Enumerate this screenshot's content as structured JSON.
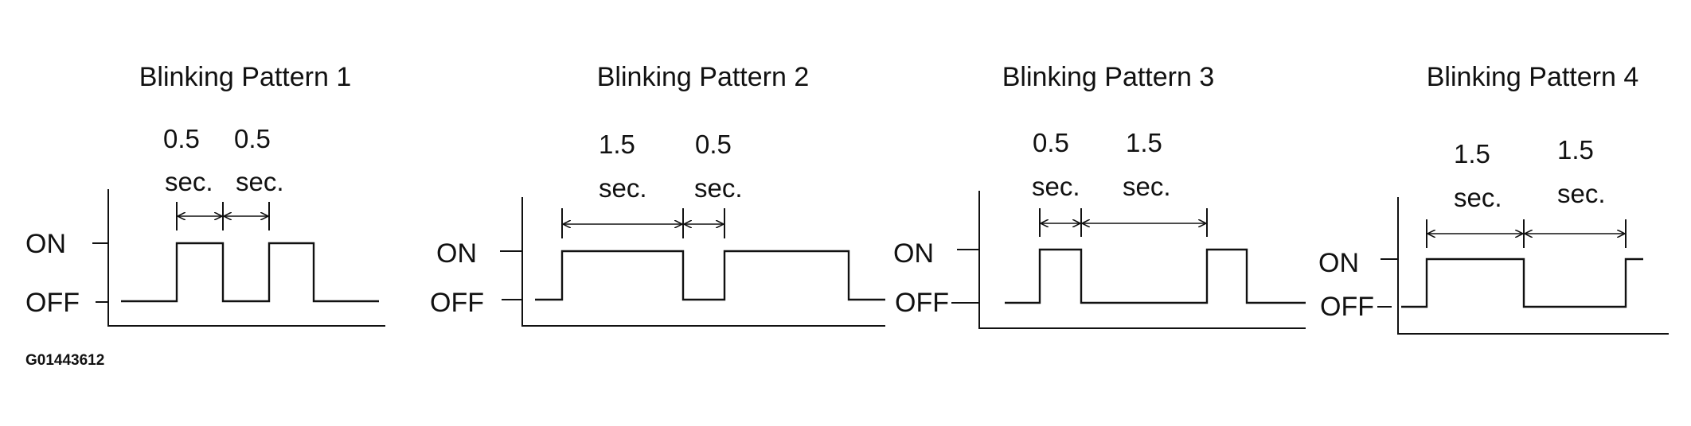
{
  "figure_code": "G01443612",
  "level_labels": {
    "on": "ON",
    "off": "OFF"
  },
  "patterns": [
    {
      "title": "Blinking Pattern 1",
      "on": "0.5",
      "off": "0.5",
      "unit": "sec."
    },
    {
      "title": "Blinking Pattern 2",
      "on": "1.5",
      "off": "0.5",
      "unit": "sec."
    },
    {
      "title": "Blinking Pattern 3",
      "on": "0.5",
      "off": "1.5",
      "unit": "sec."
    },
    {
      "title": "Blinking Pattern 4",
      "on": "1.5",
      "off": "1.5",
      "unit": "sec."
    }
  ]
}
